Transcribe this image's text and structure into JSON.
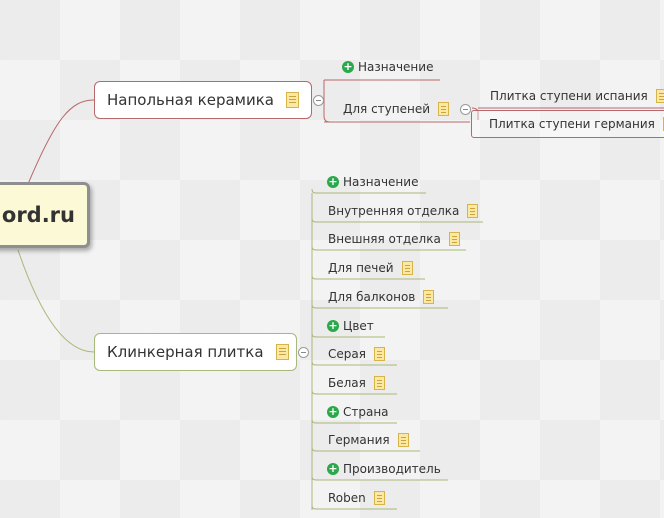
{
  "central": {
    "label": "ord.ru"
  },
  "branches": {
    "ceramic": {
      "label": "Напольная керамика",
      "children": {
        "purpose": "Назначение",
        "stairs": "Для ступеней",
        "stairs_children": [
          "Плитка ступени испания",
          "Плитка ступени германия"
        ]
      }
    },
    "clinker": {
      "label": "Клинкерная плитка",
      "items": [
        "Назначение",
        "Внутренняя отделка",
        "Внешняя отделка",
        "Для печей",
        "Для балконов",
        "Цвет",
        "Серая",
        "Белая",
        "Страна",
        "Германия",
        "Производитель",
        "Roben"
      ]
    }
  },
  "colors": {
    "ceramic_branch": "#b7686c",
    "clinker_branch": "#a8b87a",
    "central_fill": "#fbf9d6",
    "plus_icon": "#2aa84a"
  },
  "icons": [
    "note-icon",
    "plus-icon",
    "collapse-icon"
  ]
}
